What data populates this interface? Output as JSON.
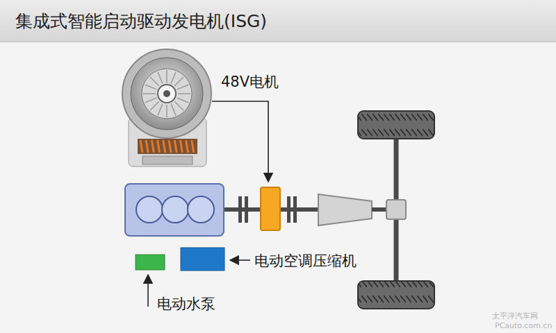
{
  "diagram": {
    "title": "集成式智能启动驱动发电机(ISG)",
    "labels": [
      "48V电机",
      "电动空调压缩机",
      "电动水泵",
      "太平洋汽车网",
      "PCauto.com.cn"
    ]
  }
}
